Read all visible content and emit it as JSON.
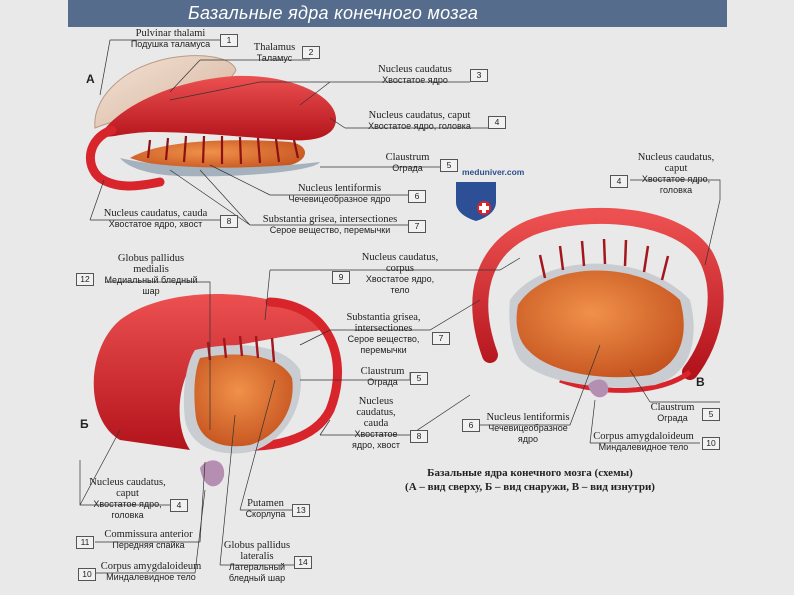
{
  "title": "Базальные ядра конечного мозга",
  "panels": {
    "a": "А",
    "b": "Б",
    "v": "В"
  },
  "watermark": "meduniver.com",
  "caption": {
    "line1": "Базальные ядра конечного мозга (схемы)",
    "line2": "(А – вид сверху, Б – вид снаружи, В – вид изнутри)"
  },
  "labels": {
    "pulvinar": {
      "num": "1",
      "lat": "Pulvinar thalami",
      "ru": "Подушка таламуса"
    },
    "thalamus": {
      "num": "2",
      "lat": "Thalamus",
      "ru": "Таламус"
    },
    "caudatus_a": {
      "num": "3",
      "lat": "Nucleus caudatus",
      "ru": "Хвостатое ядро"
    },
    "caudatus_caput_a": {
      "num": "4",
      "lat": "Nucleus caudatus, caput",
      "ru": "Хвостатое ядро, головка"
    },
    "claustrum_a": {
      "num": "5",
      "lat": "Claustrum",
      "ru": "Ограда"
    },
    "lentiformis_a": {
      "num": "6",
      "lat": "Nucleus lentiformis",
      "ru": "Чечевицеобразное ядро"
    },
    "substantia_a": {
      "num": "7",
      "lat": "Substantia grisea, intersectiones",
      "ru": "Серое вещество, перемычки"
    },
    "cauda_a": {
      "num": "8",
      "lat": "Nucleus caudatus, cauda",
      "ru": "Хвостатое ядро, хвост"
    },
    "caudatus_caput_v": {
      "num": "4",
      "lat1": "Nucleus caudatus,",
      "lat2": "caput",
      "ru1": "Хвостатое ядро,",
      "ru2": "головка"
    },
    "globus_medialis": {
      "num": "12",
      "lat1": "Globus pallidus",
      "lat2": "medialis",
      "ru1": "Медиальный бледный",
      "ru2": "шар"
    },
    "corpus": {
      "num": "9",
      "lat1": "Nucleus caudatus,",
      "lat2": "corpus",
      "ru1": "Хвостатое ядро,",
      "ru2": "тело"
    },
    "substantia_b": {
      "num": "7",
      "lat1": "Substantia grisea,",
      "lat2": "intersectiones",
      "ru1": "Серое вещество,",
      "ru2": "перемычки"
    },
    "claustrum_b": {
      "num": "5",
      "lat": "Claustrum",
      "ru": "Ограда"
    },
    "cauda_b": {
      "num": "8",
      "lat1": "Nucleus",
      "lat2": "caudatus,",
      "lat3": "cauda",
      "ru1": "Хвостатое",
      "ru2": "ядро, хвост"
    },
    "lentiformis_v": {
      "num": "6",
      "lat": "Nucleus lentiformis",
      "ru1": "Чечевицеобразное",
      "ru2": "ядро"
    },
    "claustrum_v": {
      "num": "5",
      "lat": "Claustrum",
      "ru": "Ограда"
    },
    "amygdala_v": {
      "num": "10",
      "lat": "Corpus amygdaloideum",
      "ru": "Миндалевидное тело"
    },
    "caput_b": {
      "num": "4",
      "lat1": "Nucleus caudatus,",
      "lat2": "caput",
      "ru1": "Хвостатое ядро,",
      "ru2": "головка"
    },
    "commissura": {
      "num": "11",
      "lat": "Commissura anterior",
      "ru": "Передняя спайка"
    },
    "amygdala_b": {
      "num": "10",
      "lat": "Corpus amygdaloideum",
      "ru": "Миндалевидное тело"
    },
    "putamen": {
      "num": "13",
      "lat": "Putamen",
      "ru": "Скорлупа"
    },
    "globus_lateralis": {
      "num": "14",
      "lat1": "Globus pallidus",
      "lat2": "lateralis",
      "ru1": "Латеральный",
      "ru2": "бледный шар"
    }
  },
  "colors": {
    "title_bar": "#566c8c",
    "caudate": "#d8242b",
    "lentiform": "#d7642a",
    "thalamus": "#e6c9b6",
    "claustrum": "#a5b1bd",
    "amygdala": "#b48fb1",
    "background": "#e9e9e9"
  }
}
